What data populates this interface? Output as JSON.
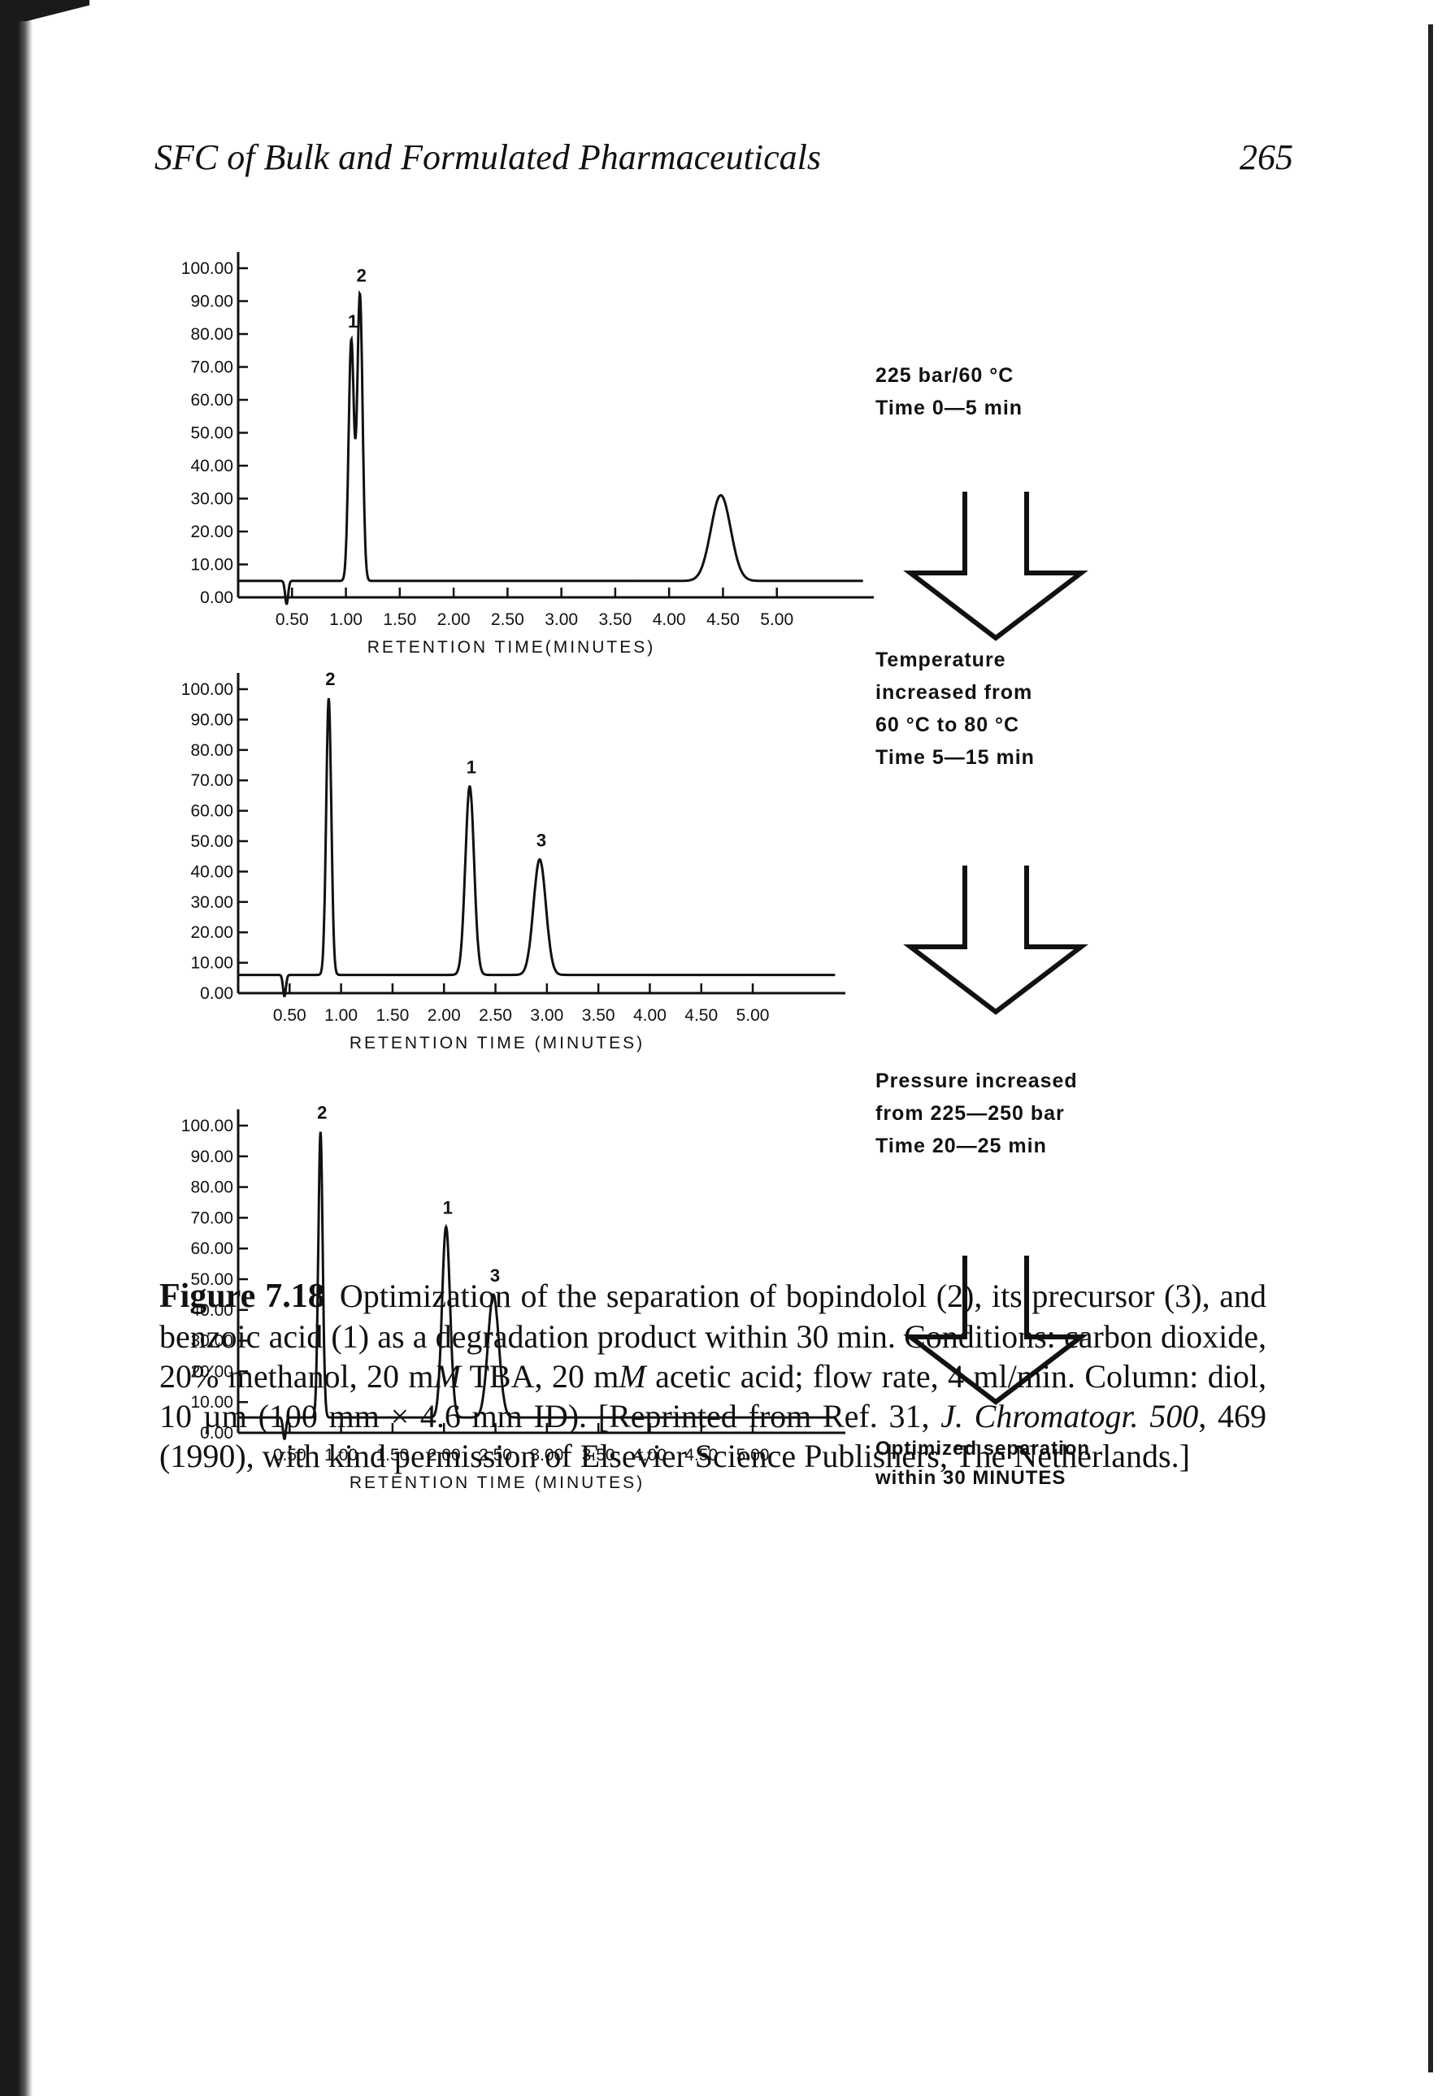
{
  "page": {
    "running_head": "SFC of Bulk and Formulated Pharmaceuticals",
    "page_number": "265"
  },
  "figure": {
    "label": "Figure 7.18",
    "caption_parts": [
      {
        "text": "Optimization of the separation of bopindolol (2), its precursor (3), and benzoic acid (1) as a degradation product within 30 min. Conditions: carbon dioxide, 20% methanol, 20 m",
        "italic": false
      },
      {
        "text": "M",
        "italic": true
      },
      {
        "text": " TBA, 20 m",
        "italic": false
      },
      {
        "text": "M",
        "italic": true
      },
      {
        "text": " acetic acid; flow rate, 4 ml/min. Column: diol, 10 µm (100 mm × 4.6 mm ID). [Reprinted from Ref. 31, ",
        "italic": false
      },
      {
        "text": "J. Chromatogr. 500",
        "italic": true
      },
      {
        "text": ", 469 (1990), with kind permission of Elsevier Science Publishers, The Netherlands.]",
        "italic": false
      }
    ]
  },
  "chart_data": [
    {
      "type": "line",
      "xlabel": "RETENTION TIME(MINUTES)",
      "x_tick_labels": [
        "0.50",
        "1.00",
        "1.50",
        "2.00",
        "2.50",
        "3.00",
        "3.50",
        "4.00",
        "4.50",
        "5.00"
      ],
      "y_tick_labels": [
        "0.00",
        "10.00",
        "20.00",
        "30.00",
        "40.00",
        "50.00",
        "60.00",
        "70.00",
        "80.00",
        "90.00",
        "100.00"
      ],
      "xlim": [
        0.0,
        5.0
      ],
      "ylim": [
        0,
        100
      ],
      "peaks": [
        {
          "label": "1",
          "x": 1.05,
          "y": 78
        },
        {
          "label": "2",
          "x": 1.13,
          "y": 92
        },
        {
          "label": "",
          "x": 4.48,
          "y": 31
        }
      ],
      "baseline": 5,
      "condition_note": [
        "225 bar/60 °C",
        "Time 0—5 min"
      ]
    },
    {
      "type": "line",
      "xlabel": "RETENTION TIME (MINUTES)",
      "x_tick_labels": [
        "0.50",
        "1.00",
        "1.50",
        "2.00",
        "2.50",
        "3.00",
        "3.50",
        "4.00",
        "4.50",
        "5.00"
      ],
      "y_tick_labels": [
        "0.00",
        "10.00",
        "20.00",
        "30.00",
        "40.00",
        "50.00",
        "60.00",
        "70.00",
        "80.00",
        "90.00",
        "100.00"
      ],
      "xlim": [
        0.0,
        5.0
      ],
      "ylim": [
        0,
        100
      ],
      "peaks": [
        {
          "label": "2",
          "x": 0.88,
          "y": 97
        },
        {
          "label": "1",
          "x": 2.25,
          "y": 68
        },
        {
          "label": "3",
          "x": 2.93,
          "y": 44
        }
      ],
      "baseline": 6,
      "condition_note": [
        "Temperature",
        "increased from",
        "60 °C to 80 °C",
        "Time 5—15 min"
      ]
    },
    {
      "type": "line",
      "xlabel": "RETENTION TIME (MINUTES)",
      "x_tick_labels": [
        "0.50",
        "1.00",
        "1.50",
        "2.00",
        "2.50",
        "3.00",
        "3.50",
        "4.00",
        "4.50",
        "5.00"
      ],
      "y_tick_labels": [
        "0.00",
        "10.00",
        "20.00",
        "30.00",
        "40.00",
        "50.00",
        "60.00",
        "70.00",
        "80.00",
        "90.00",
        "100.00"
      ],
      "xlim": [
        0.0,
        5.0
      ],
      "ylim": [
        0,
        100
      ],
      "peaks": [
        {
          "label": "2",
          "x": 0.8,
          "y": 98
        },
        {
          "label": "1",
          "x": 2.02,
          "y": 67
        },
        {
          "label": "3",
          "x": 2.48,
          "y": 45
        }
      ],
      "baseline": 5,
      "condition_note": [
        "Pressure increased",
        "from 225—250 bar",
        "Time 20—25 min"
      ]
    }
  ],
  "final_note": [
    "Optimized separation",
    "within 30 MINUTES"
  ]
}
